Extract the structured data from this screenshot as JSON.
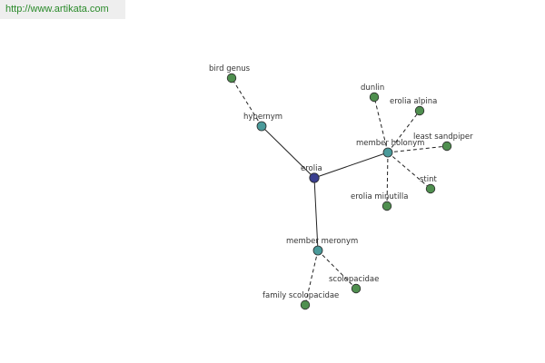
{
  "header": {
    "url_text": "http://www.artikata.com"
  },
  "colors": {
    "url_text": "#2a8a2a",
    "node_root": "#3a3f8f",
    "node_relation": "#4a9a9a",
    "node_leaf": "#4f8f4f"
  },
  "graph": {
    "nodes": {
      "erolia": {
        "label": "erolia",
        "kind": "root"
      },
      "hypernym": {
        "label": "hypernym",
        "kind": "relation"
      },
      "member_holonym": {
        "label": "member holonym",
        "kind": "relation"
      },
      "member_meronym": {
        "label": "member meronym",
        "kind": "relation"
      },
      "bird_genus": {
        "label": "bird genus",
        "kind": "leaf"
      },
      "dunlin": {
        "label": "dunlin",
        "kind": "leaf"
      },
      "erolia_alpina": {
        "label": "erolia alpina",
        "kind": "leaf"
      },
      "least_sandpiper": {
        "label": "least sandpiper",
        "kind": "leaf"
      },
      "stint": {
        "label": "stint",
        "kind": "leaf"
      },
      "erolia_minutilla": {
        "label": "erolia minutilla",
        "kind": "leaf"
      },
      "scolopacidae": {
        "label": "scolopacidae",
        "kind": "leaf"
      },
      "family_scolopacidae": {
        "label": "family scolopacidae",
        "kind": "leaf"
      }
    },
    "edges": [
      {
        "from": "erolia",
        "to": "hypernym",
        "style": "solid"
      },
      {
        "from": "erolia",
        "to": "member_holonym",
        "style": "solid"
      },
      {
        "from": "erolia",
        "to": "member_meronym",
        "style": "solid"
      },
      {
        "from": "hypernym",
        "to": "bird_genus",
        "style": "dashed"
      },
      {
        "from": "member_holonym",
        "to": "dunlin",
        "style": "dashed"
      },
      {
        "from": "member_holonym",
        "to": "erolia_alpina",
        "style": "dashed"
      },
      {
        "from": "member_holonym",
        "to": "least_sandpiper",
        "style": "dashed"
      },
      {
        "from": "member_holonym",
        "to": "stint",
        "style": "dashed"
      },
      {
        "from": "member_holonym",
        "to": "erolia_minutilla",
        "style": "dashed"
      },
      {
        "from": "member_meronym",
        "to": "scolopacidae",
        "style": "dashed"
      },
      {
        "from": "member_meronym",
        "to": "family_scolopacidae",
        "style": "dashed"
      }
    ]
  }
}
